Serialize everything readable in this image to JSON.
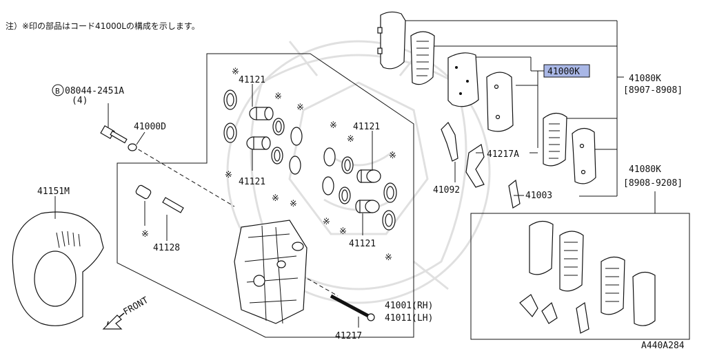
{
  "note": "注）※印の部品はコード41000Lの構成を示します。",
  "highlight_color": "#a9b7e6",
  "labels": {
    "bolt_ref": "B",
    "bolt_part": "08044-2451A",
    "bolt_qty": "(4)",
    "p41000D": "41000D",
    "p41151M": "41151M",
    "p41128": "41128",
    "p41121_a": "41121",
    "p41121_b": "41121",
    "p41121_c": "41121",
    "p41121_d": "41121",
    "p41000K": "41000K",
    "p41080K_1": "41080K",
    "p41080K_1_range": "[8907-8908]",
    "p41217A": "41217A",
    "p41092": "41092",
    "p41003": "41003",
    "p41080K_2": "41080K",
    "p41080K_2_range": "[8908-9208]",
    "p41001": "41001(RH)",
    "p41011": "41011(LH)",
    "p41217": "41217",
    "front": "FRONT",
    "diagram_code": "A440A284"
  },
  "markers": {
    "symbol": "※"
  }
}
